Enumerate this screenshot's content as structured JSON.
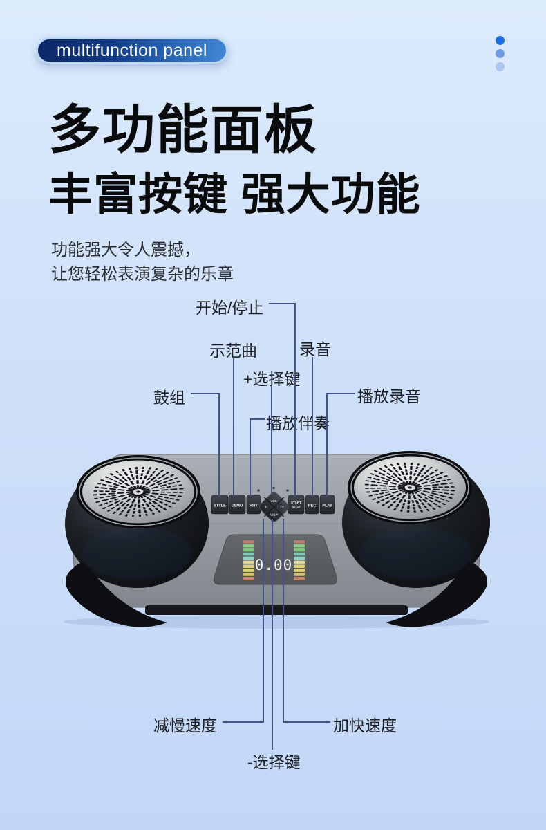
{
  "badge": {
    "label": "multifunction panel"
  },
  "heading": {
    "line1": "多功能面板",
    "line2": "丰富按键 强大功能"
  },
  "description": {
    "line1": "功能强大令人震撼，",
    "line2": "让您轻松表演复杂的乐章"
  },
  "callouts": {
    "start_stop": "开始/停止",
    "demo_song": "示范曲",
    "record": "录音",
    "plus_select": "+选择键",
    "drum_kit": "鼓组",
    "play_recording": "播放录音",
    "play_accompaniment": "播放伴奏",
    "slow_down": "减慢速度",
    "speed_up": "加快速度",
    "minus_select": "-选择键"
  },
  "device": {
    "buttons": {
      "style": "STYLE",
      "demo": "DEMO",
      "rhy": "RHY",
      "start_stop_line1": "START",
      "start_stop_line2": "STOP",
      "rec": "REC",
      "play": "PLAY"
    },
    "dpad": {
      "up": "VOL-",
      "left": "T-",
      "right": "T+",
      "down": "VOL+"
    },
    "display_value": "0.00",
    "eq_colors": [
      "#bb7a6b",
      "#85c87e",
      "#7fc67a",
      "#80cbb6",
      "#90d4c2",
      "#dcd695",
      "#ded374",
      "#dcd06e",
      "#d5c167",
      "#c8876a"
    ]
  },
  "colors": {
    "background_top": "#dcebfc",
    "background_bottom": "#c2d7f7",
    "badge_border": "#bdd8f2",
    "badge_gradient_start": "#0c2765",
    "badge_gradient_end": "#4187d5",
    "callout_line": "#42538a",
    "dots": [
      "#1d6fe2",
      "#6f9ae6",
      "#abc6f0"
    ]
  }
}
